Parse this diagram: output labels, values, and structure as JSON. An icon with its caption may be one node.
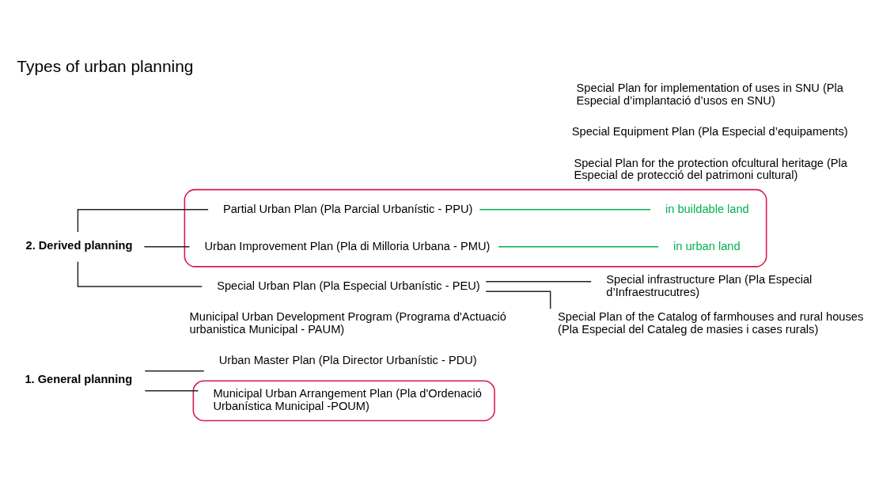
{
  "diagram": {
    "title": "Types of urban planning",
    "nodes": [
      {
        "text": [
          "1. General planning"
        ]
      },
      {
        "text": [
          "Urban Master Plan (Pla Director Urbanístic - PDU)"
        ]
      },
      {
        "text": [],
        "shape": "box"
      },
      {
        "text": [
          "Municipal Urban Arrangement Plan (Pla d'Ordenació Urbanística Municipal -POUM)"
        ],
        "in": 2
      },
      {
        "text": [
          "Municipal Urban Development Program (Programa d'Actuació urbanistica Municipal - PAUM)"
        ]
      },
      {
        "text": [
          "2. Derived planning"
        ]
      },
      {
        "text": [],
        "shape": "box"
      },
      {
        "text": [
          "Partial Urban Plan (Pla Parcial Urbanístic - PPU)"
        ],
        "in": 6
      },
      {
        "text": [
          "in buildable land"
        ],
        "in": 6
      },
      {
        "text": [
          "Urban Improvement Plan (Pla di Milloria Urbana - PMU)"
        ],
        "in": 6
      },
      {
        "text": [
          "in urban land"
        ],
        "in": 6
      },
      {
        "text": [
          "Special Urban Plan (Pla Especial Urbanístic - PEU)"
        ]
      },
      {
        "text": [
          "Special infrastructure Plan (Pla Especial d’Infraestrucutres)"
        ]
      },
      {
        "text": [
          "Special Plan for the protection ofcultural heritage (Pla Especial de protecció del patrimoni cultural)"
        ]
      },
      {
        "text": [
          "Special Equipment Plan (Pla Especial d’equipaments)"
        ]
      },
      {
        "text": [
          "Special Plan for implementation of uses in SNU (Pla Especial d’implantació d’usos en SNU)"
        ]
      },
      {
        "text": [
          "Special Plan of the Catalog of farmhouses and rural houses (Pla Especial del Cataleg de masies i cases rurals)"
        ]
      }
    ],
    "edges": [
      {
        "from": 0,
        "to": 1,
        "arrow": "none"
      },
      {
        "from": 0,
        "to": 3,
        "arrow": "none"
      },
      {
        "from": 5,
        "to": 7,
        "arrow": "none"
      },
      {
        "from": 5,
        "to": 9,
        "arrow": "none"
      },
      {
        "from": 5,
        "to": 11,
        "arrow": "none"
      },
      {
        "from": 7,
        "to": 8,
        "arrow": "none",
        "color": "#00b050"
      },
      {
        "from": 9,
        "to": 10,
        "arrow": "none",
        "color": "#00b050"
      },
      {
        "from": 11,
        "to": 12,
        "arrow": "none"
      },
      {
        "from": 11,
        "to": 16,
        "arrow": "none"
      }
    ]
  }
}
